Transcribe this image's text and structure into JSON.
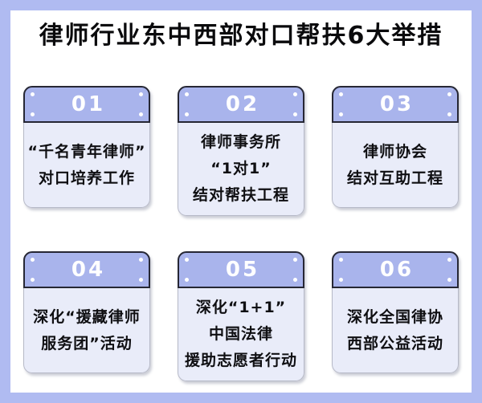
{
  "page": {
    "title": "律师行业东中西部对口帮扶6大举措",
    "accent_border_color": "#b0bbf1",
    "card_header_color": "#a9b4ec",
    "card_body_color": "#e9ecf9"
  },
  "cards": [
    {
      "number": "01",
      "lines": [
        "“千名青年律师”",
        "对口培养工作"
      ]
    },
    {
      "number": "02",
      "lines": [
        "律师事务所",
        "“1对1”",
        "结对帮扶工程"
      ]
    },
    {
      "number": "03",
      "lines": [
        "律师协会",
        "结对互助工程"
      ]
    },
    {
      "number": "04",
      "lines": [
        "深化“援藏律师",
        "服务团”活动"
      ]
    },
    {
      "number": "05",
      "lines": [
        "深化“1+1”",
        "中国法律",
        "援助志愿者行动"
      ]
    },
    {
      "number": "06",
      "lines": [
        "深化全国律协",
        "西部公益活动"
      ]
    }
  ]
}
